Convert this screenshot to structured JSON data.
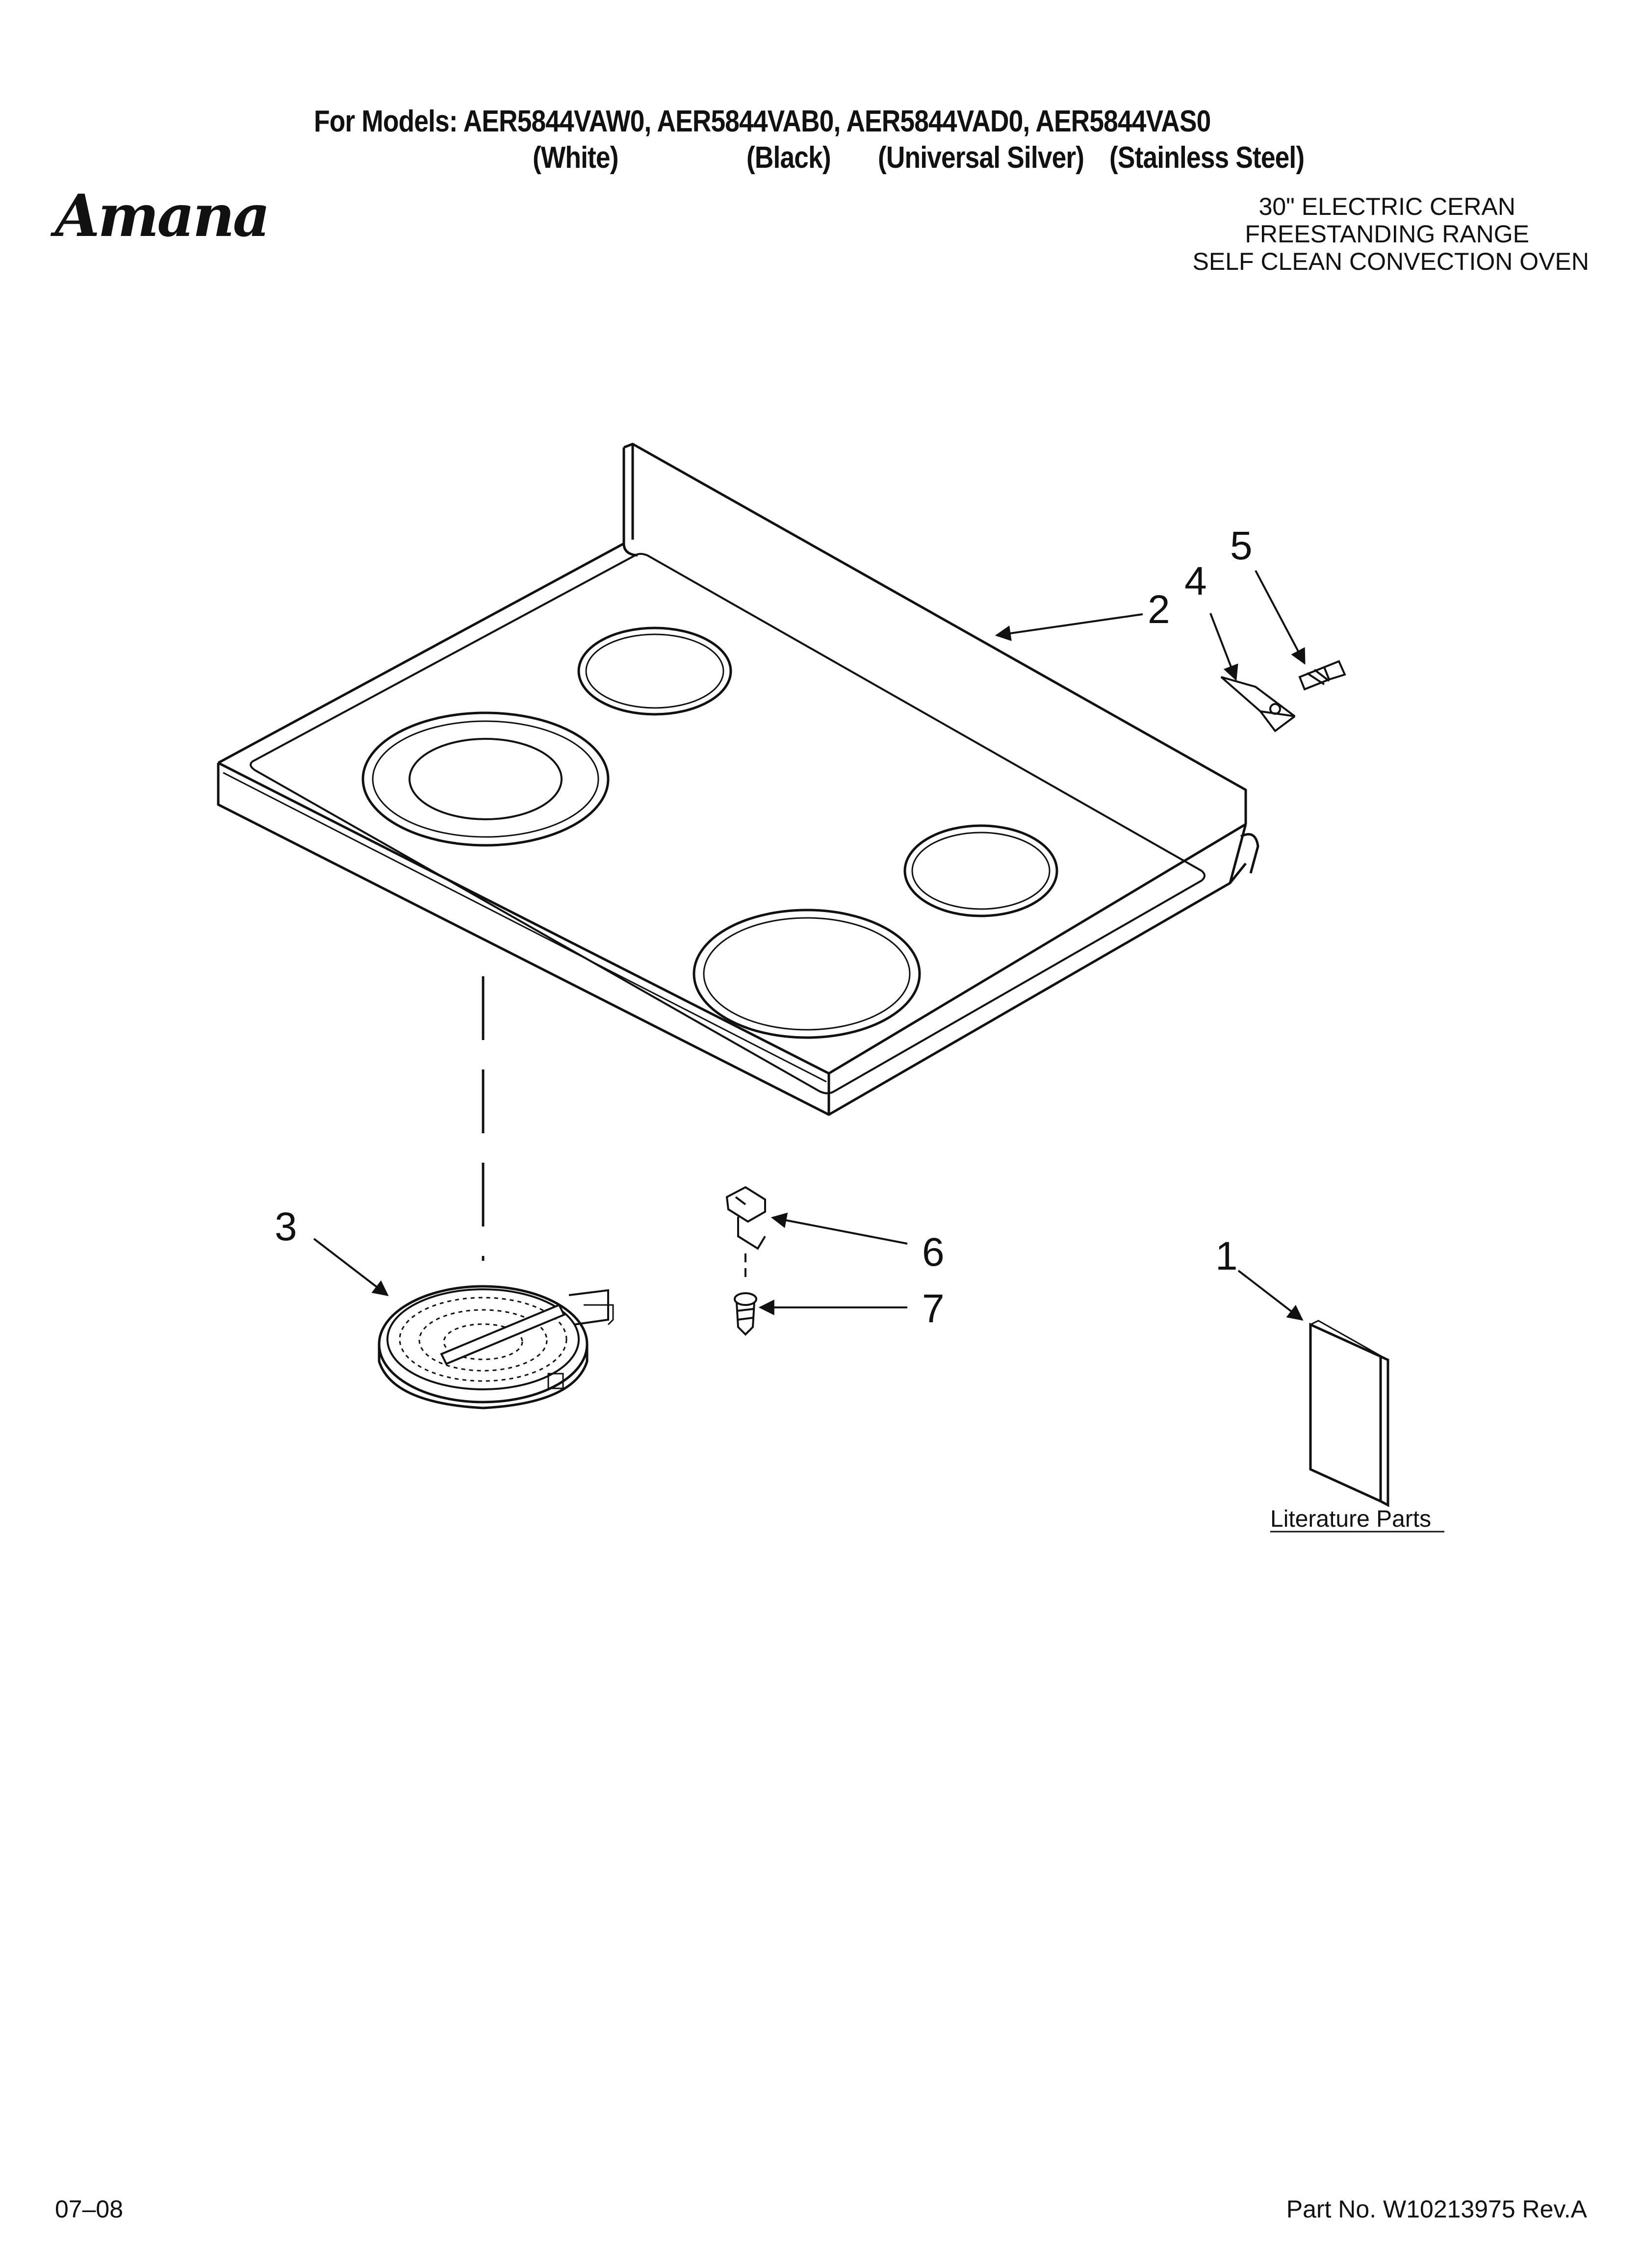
{
  "header": {
    "models_line": "For Models: AER5844VAW0, AER5844VAB0, AER5844VAD0, AER5844VAS0",
    "colors": [
      "(White)",
      "(Black)",
      "(Universal Silver)",
      "(Stainless Steel)"
    ]
  },
  "brand": {
    "logo_text": "Amana"
  },
  "description": {
    "line1": "30\" ELECTRIC CERAN",
    "line2": "FREESTANDING RANGE",
    "line3": "SELF CLEAN CONVECTION OVEN"
  },
  "callouts": {
    "c1": "1",
    "c2": "2",
    "c3": "3",
    "c4": "4",
    "c5": "5",
    "c6": "6",
    "c7": "7"
  },
  "literature_label": "Literature Parts",
  "footer": {
    "date": "07–08",
    "part_number": "Part No. W10213975 Rev.A"
  }
}
